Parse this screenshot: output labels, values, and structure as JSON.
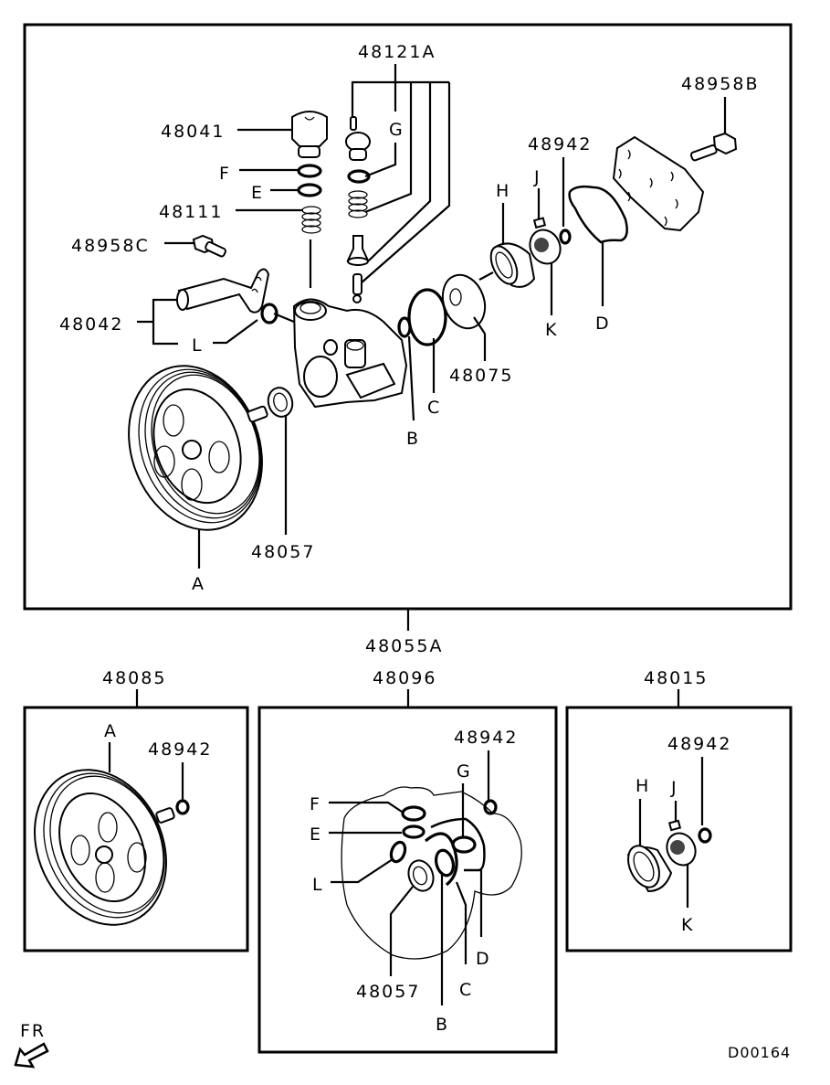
{
  "diagram": {
    "title": "Power steering oil pump parts diagram",
    "figure_code": "D00164",
    "orientation_label": "FR",
    "main_assembly": {
      "part_number": "48055A",
      "labels": {
        "p48121A": "48121A",
        "p48958B": "48958B",
        "p48041": "48041",
        "F": "F",
        "E": "E",
        "G": "G",
        "p48111": "48111",
        "p48958C": "48958C",
        "p48942": "48942",
        "J": "J",
        "H": "H",
        "p48042": "48042",
        "L": "L",
        "K": "K",
        "D": "D",
        "p48075": "48075",
        "C": "C",
        "B": "B",
        "p48057": "48057",
        "A": "A"
      }
    },
    "kits": [
      {
        "part_number": "48085",
        "labels": {
          "A": "A",
          "p48942": "48942"
        }
      },
      {
        "part_number": "48096",
        "labels": {
          "p48942": "48942",
          "G": "G",
          "F": "F",
          "E": "E",
          "L": "L",
          "p48057": "48057",
          "B": "B",
          "C": "C",
          "D": "D"
        }
      },
      {
        "part_number": "48015",
        "labels": {
          "p48942": "48942",
          "H": "H",
          "J": "J",
          "K": "K"
        }
      }
    ]
  }
}
